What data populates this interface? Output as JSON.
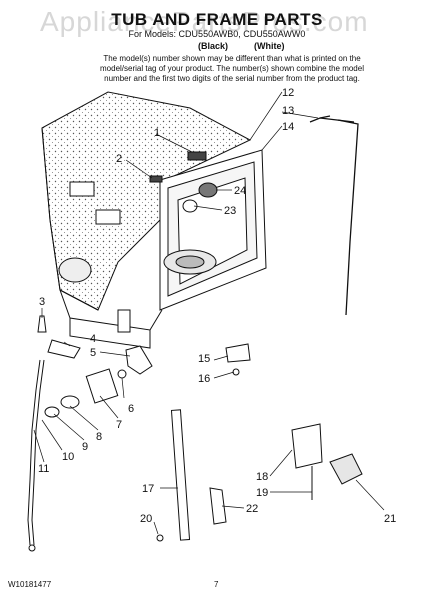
{
  "watermark": "AppliancePartsPros.com",
  "title": "TUB AND FRAME PARTS",
  "models_line": "For Models: CDU550AWB0, CDU550AWW0",
  "variants": {
    "black": "(Black)",
    "white": "(White)"
  },
  "note": "The model(s) number shown may be different than what is printed on the model/serial tag of your product. The number(s) shown combine the model number and the first two digits of the serial number from the product tag.",
  "part_labels": [
    "1",
    "2",
    "3",
    "4",
    "5",
    "6",
    "7",
    "8",
    "9",
    "10",
    "11",
    "12",
    "13",
    "14",
    "15",
    "16",
    "17",
    "18",
    "19",
    "20",
    "21",
    "22",
    "23",
    "24"
  ],
  "footer": {
    "doc_number": "W10181477",
    "page_number": "7"
  }
}
